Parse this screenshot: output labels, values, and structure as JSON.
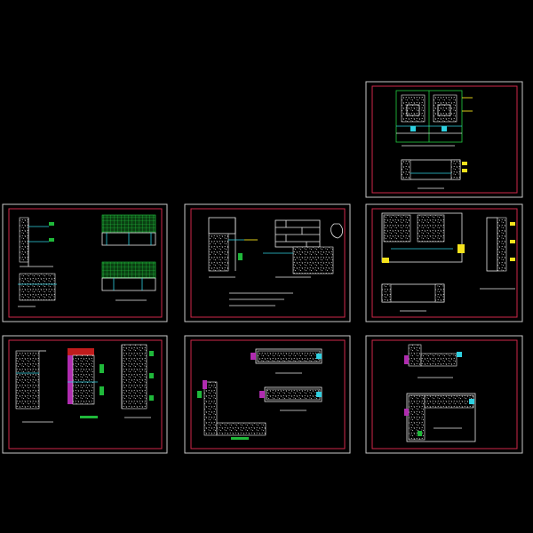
{
  "drawing": {
    "sheets": [
      {
        "id": "sheet-1",
        "kind": "elevation-and-section"
      },
      {
        "id": "sheet-2",
        "kind": "node-details"
      },
      {
        "id": "sheet-3",
        "kind": "wall-details"
      },
      {
        "id": "sheet-4",
        "kind": "elevation-and-section"
      },
      {
        "id": "sheet-5",
        "kind": "wall-sections"
      },
      {
        "id": "sheet-6",
        "kind": "corner-details"
      },
      {
        "id": "sheet-7",
        "kind": "corner-details"
      }
    ],
    "colors": {
      "background": "#000000",
      "frame": "#c8c8c8",
      "border": "#d1284a",
      "line_white": "#e8e8e8",
      "line_cyan": "#2fd0e0",
      "line_green": "#22d042",
      "line_yellow": "#f4e21c",
      "line_magenta": "#d040d0",
      "line_red": "#e02828"
    }
  }
}
